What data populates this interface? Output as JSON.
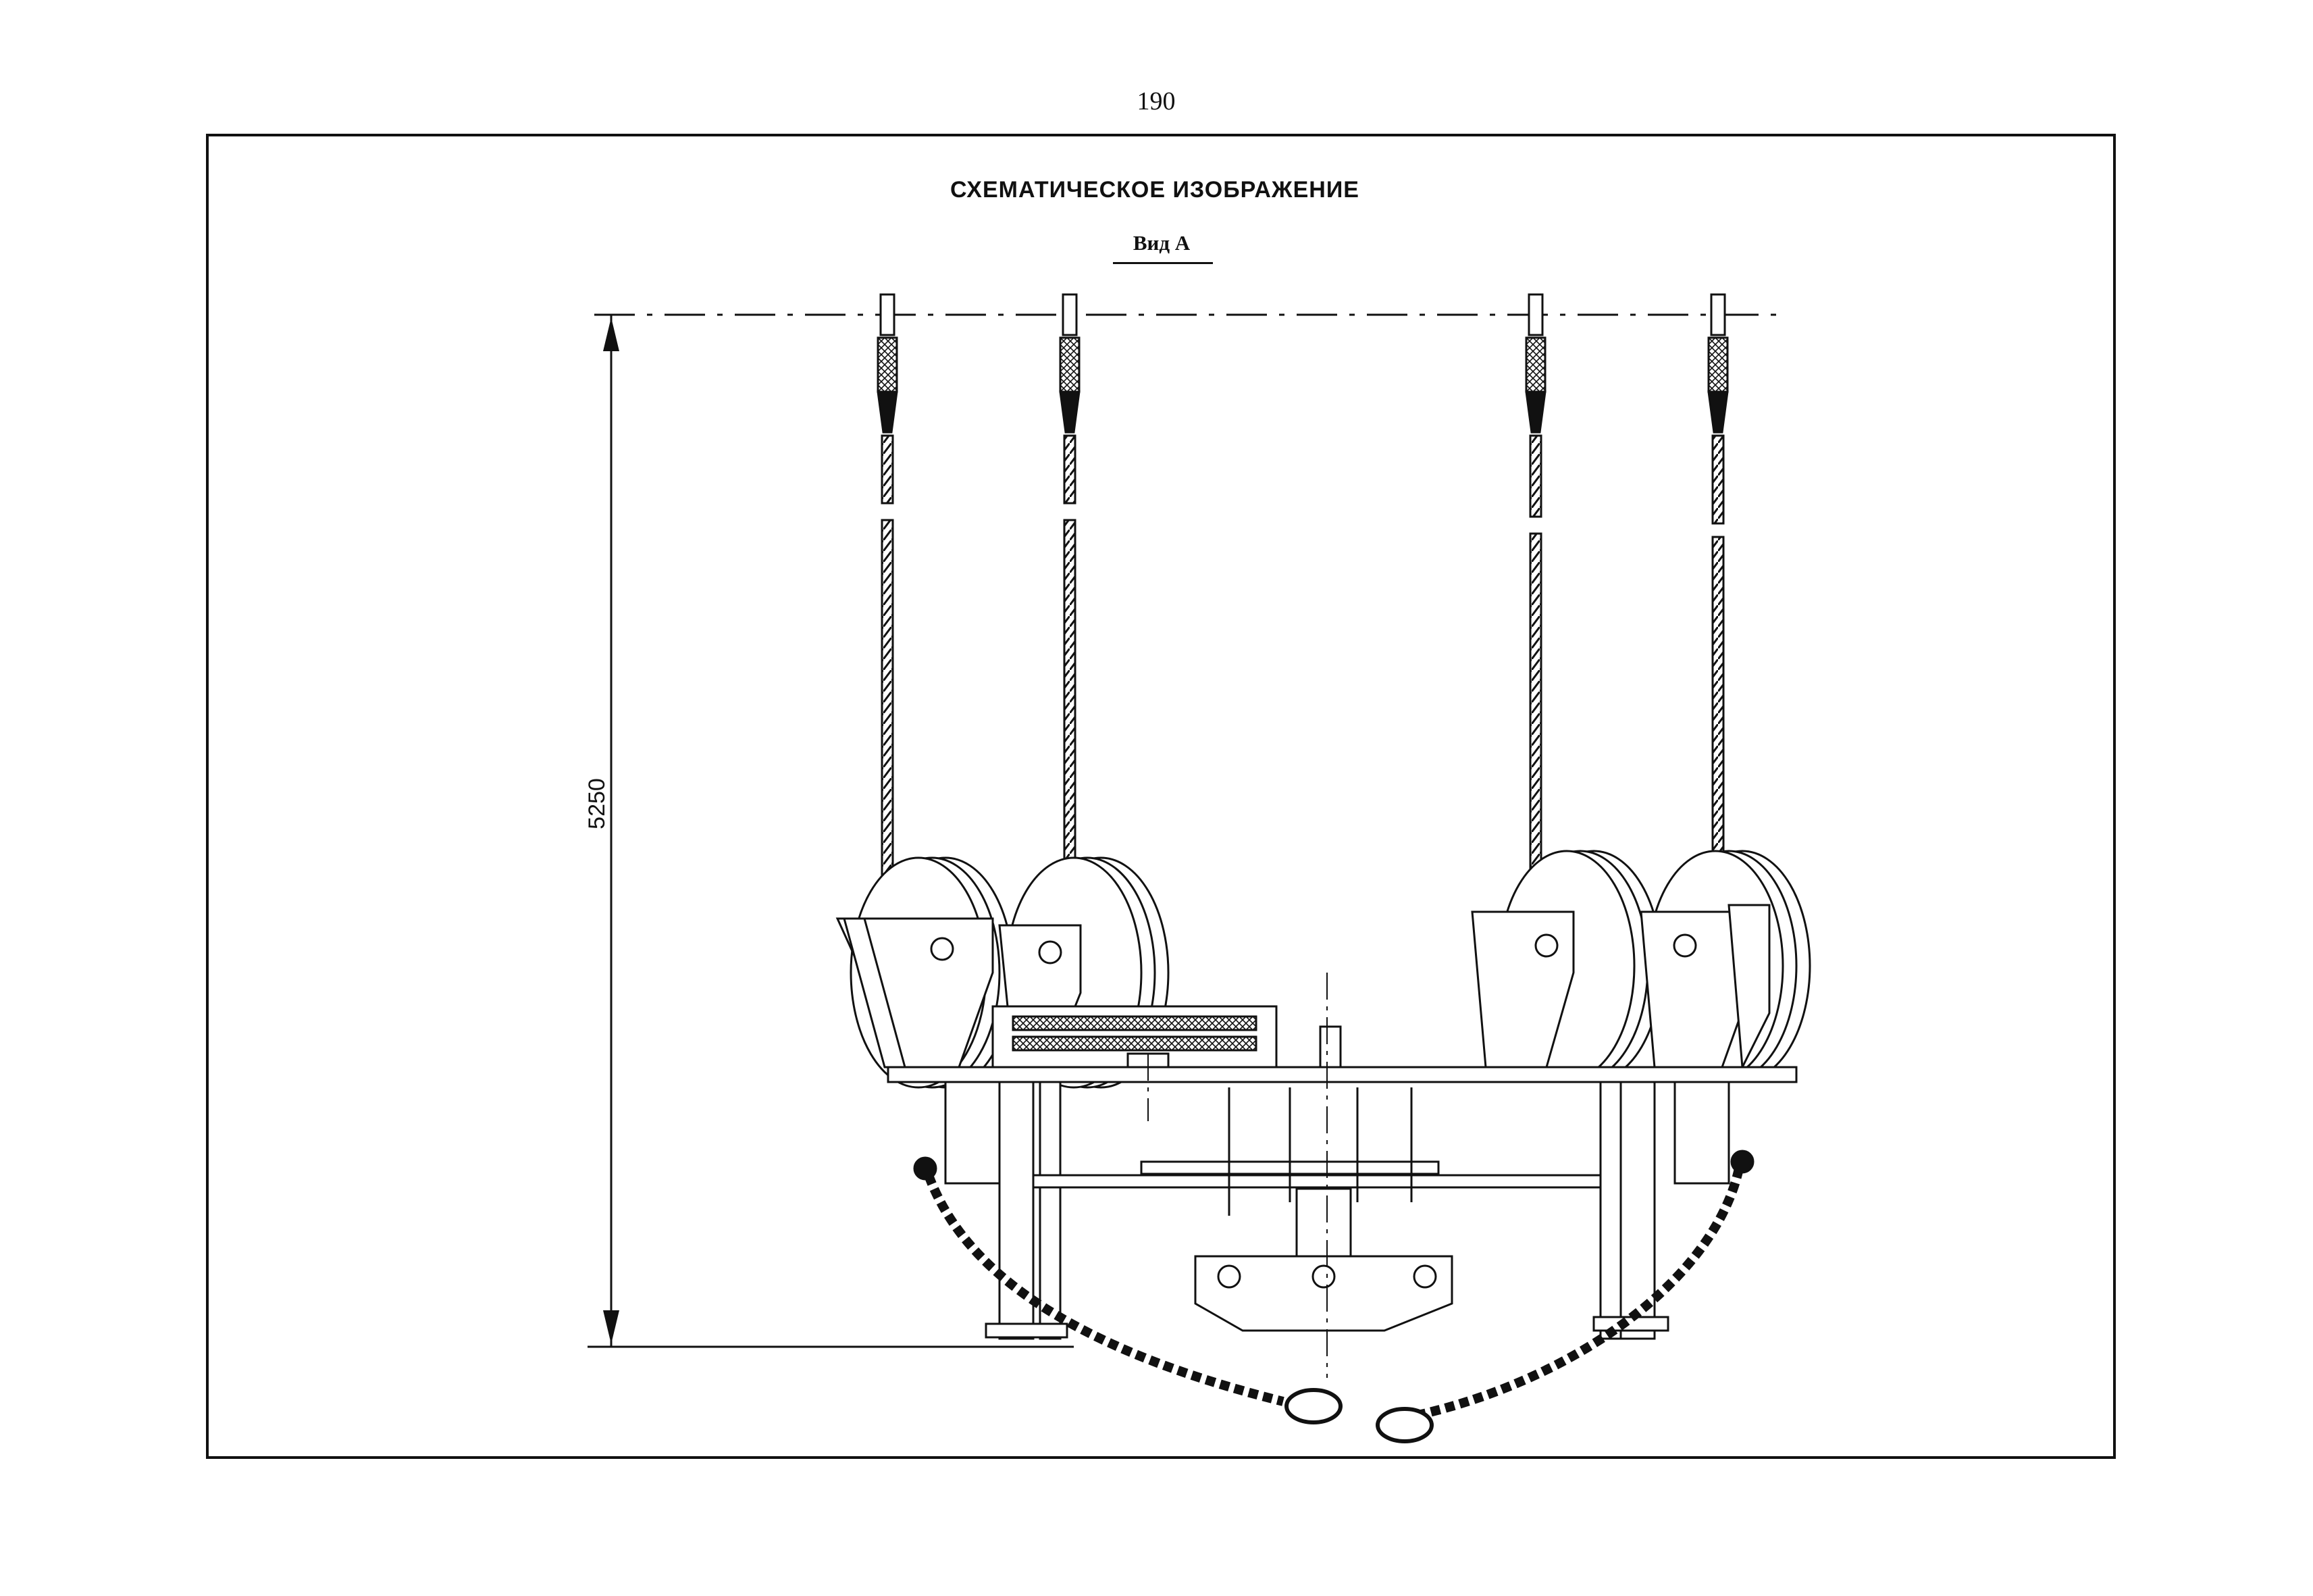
{
  "page": {
    "number": "190"
  },
  "drawing": {
    "title": "СХЕМАТИЧЕСКОЕ ИЗОБРАЖЕНИЕ",
    "view_label": "Вид А",
    "dimension_height": "5250"
  }
}
